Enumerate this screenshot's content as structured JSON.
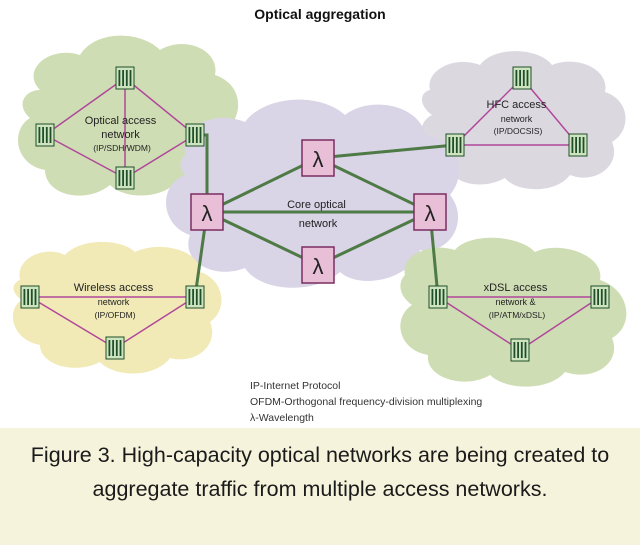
{
  "title": "Optical aggregation",
  "colors": {
    "green_cloud": "#cfddb4",
    "green_cloud_dark": "#b8cc98",
    "core_cloud": "#d9d4e6",
    "grey_cloud": "#dcd8e0",
    "yellow_cloud": "#f1eab7",
    "link_green": "#4d7a45",
    "link_magenta": "#b0479a",
    "lambda_fill": "#e8bfd6",
    "node_fill": "#cde4bf",
    "node_stripe": "#1f4f2a",
    "caption_band": "#f6f3dc"
  },
  "icons": {
    "lambda": "lambda-switch-icon",
    "node": "network-node-icon"
  },
  "lambda_symbol": "λ",
  "clouds": {
    "optical_access": {
      "lines": [
        "Optical access",
        "network",
        "(IP/SDH/WDM)"
      ]
    },
    "hfc": {
      "lines": [
        "HFC access",
        "network",
        "(IP/DOCSIS)"
      ]
    },
    "core": {
      "lines": [
        "Core optical",
        "network"
      ]
    },
    "wireless": {
      "lines": [
        "Wireless access",
        "network",
        "(IP/OFDM)"
      ]
    },
    "xdsl": {
      "lines": [
        "xDSL access",
        "network &",
        "(IP/ATM/xDSL)"
      ]
    }
  },
  "legend": [
    "IP-Internet Protocol",
    "OFDM-Orthogonal frequency-division multiplexing",
    "λ-Wavelength"
  ],
  "caption": "Figure 3. High-capacity optical networks are being created to aggregate traffic from multiple access networks."
}
